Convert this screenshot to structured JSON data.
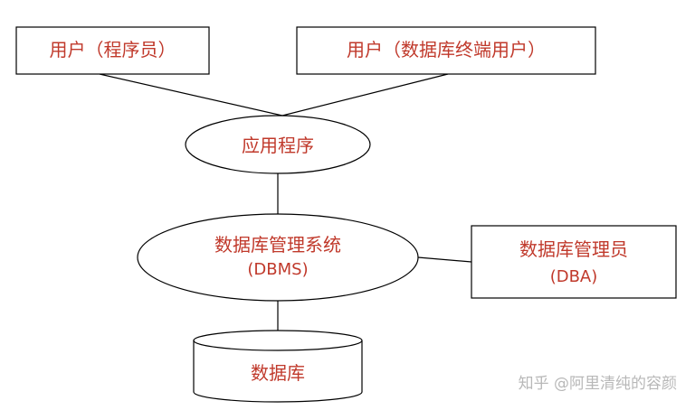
{
  "colors": {
    "text": "#c0392b",
    "stroke": "#000000",
    "watermark": "#b8b8b8"
  },
  "nodes": {
    "programmer": {
      "label": "用户（程序员）"
    },
    "end_user": {
      "label": "用户（数据库终端用户）"
    },
    "application": {
      "label": "应用程序"
    },
    "dbms": {
      "label": "数据库管理系统",
      "sublabel": "(DBMS)"
    },
    "dba": {
      "label": "数据库管理员",
      "sublabel": "(DBA)"
    },
    "database": {
      "label": "数据库"
    }
  },
  "watermark": {
    "text": "知乎 @阿里清纯的容颜"
  }
}
